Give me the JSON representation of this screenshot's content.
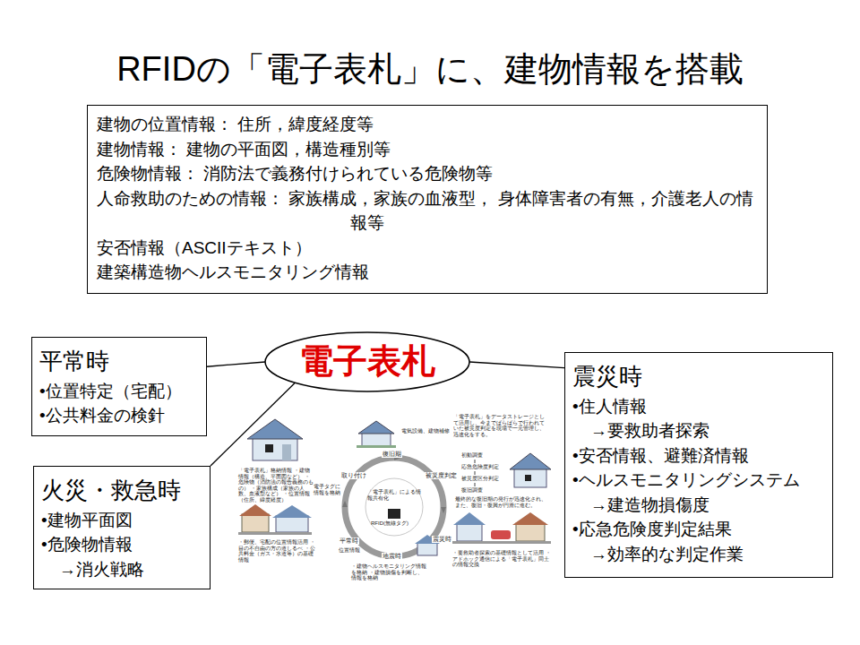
{
  "diagram": {
    "title": "RFIDの「電子表札」に、建物情報を搭載",
    "nodes": [
      {
        "text": [
          "建物の位置情報： 住所，緯度経度等",
          "建物情報： 建物の平面図，構造種別等",
          "危険物情報： 消防法で義務付けられている危険物等",
          "人命救助のための情報： 家族構成，家族の血液型， 身体障害者の有無，介護老人の情報等",
          "安否情報（ASCIIテキスト）",
          "建築構造物ヘルスモニタリング情報"
        ]
      },
      {
        "text": [
          "電子表札"
        ]
      },
      {
        "text": [
          "平常時",
          "•位置特定（宅配）",
          "•公共料金の検針"
        ]
      },
      {
        "text": [
          "火災・救急時",
          "•建物平面図",
          "•危険物情報",
          "→消火戦略"
        ]
      },
      {
        "text": [
          "震災時",
          "•住人情報",
          "→要救助者探索",
          "•安否情報、避難済情報",
          "•ヘルスモニタリングシステム",
          "→建造物損傷度",
          "•応急危険度判定結果",
          "→効率的な判定作業"
        ]
      }
    ],
    "edges": [
      {
        "from": 1,
        "to": 2,
        "arrow": "none"
      },
      {
        "from": 1,
        "to": 3,
        "arrow": "none"
      },
      {
        "from": 1,
        "to": 4,
        "arrow": "none"
      }
    ],
    "labels": [
      "「電子表札」格納情報 ・建物情報（構造、平面図など） ・危険物（消防法の報告義務のもの） ・家族構成（家族の人数、血液型など） ・位置情報（住所、緯度経度）",
      "電子タグに情報を格納",
      "取り付け",
      "復旧期",
      "電気設備、建物補修",
      "「電子表札」をデータストレージとして活用し、今までばらばらで行われていた被災度判定を現場で一元管理し、迅速化をする。",
      "初動調査",
      "応急危険度判定",
      "被災度区分判定",
      "復旧調査",
      "最終的な復旧期の発行が迅速化され、また、復旧・復興が円滑に進む。",
      "被災度判定",
      "「電子表札」による情報共有化",
      "RFID(無線タグ)",
      "平常時",
      "位置情報",
      "震災時",
      "地震時",
      "・郵便、宅配の位置情報活用 ・目の不自由の方の道しるべ ・公共料金（ガス・水道等）の基礎情報",
      "・建物ヘルスモニタリング情報を格納 ・建物損傷を判断し、情報を格納",
      "・要救助者探索の基礎情報として活用 ・アドホック通信による「電子表札」同士の情報交換"
    ]
  }
}
